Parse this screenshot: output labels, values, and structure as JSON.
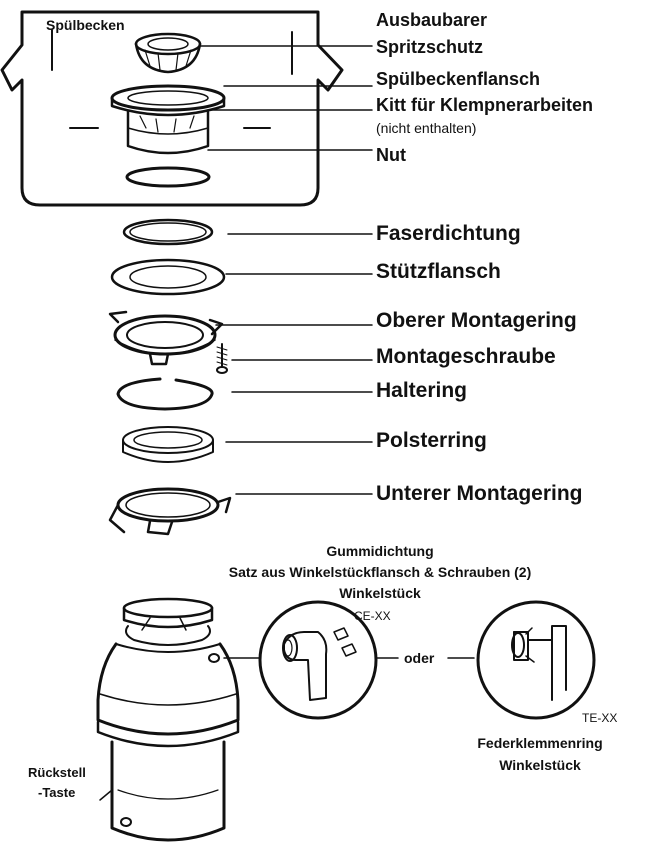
{
  "labels": {
    "sink": "Spülbecken",
    "splash_guard_1": "Ausbaubarer",
    "splash_guard_2": "Spritzschutz",
    "sink_flange": "Spülbeckenflansch",
    "putty": "Kitt für Klempnerarbeiten",
    "putty_note": "(nicht enthalten)",
    "groove": "Nut",
    "fiber_gasket": "Faserdichtung",
    "backup_flange": "Stützflansch",
    "upper_mount_ring": "Oberer Montagering",
    "mount_screw": "Montageschraube",
    "snap_ring": "Haltering",
    "cushion_ring": "Polsterring",
    "lower_mount_ring": "Unterer Montagering",
    "rubber_gasket": "Gummidichtung",
    "elbow_kit": "Satz aus Winkelstückflansch & Schrauben (2)",
    "elbow": "Winkelstück",
    "ce_code": "CE-XX",
    "or": "oder",
    "te_code": "TE-XX",
    "spring_clamp_1": "Federklemmenring",
    "spring_clamp_2": "Winkelstück",
    "reset_1": "Rückstell",
    "reset_2": "-Taste"
  }
}
